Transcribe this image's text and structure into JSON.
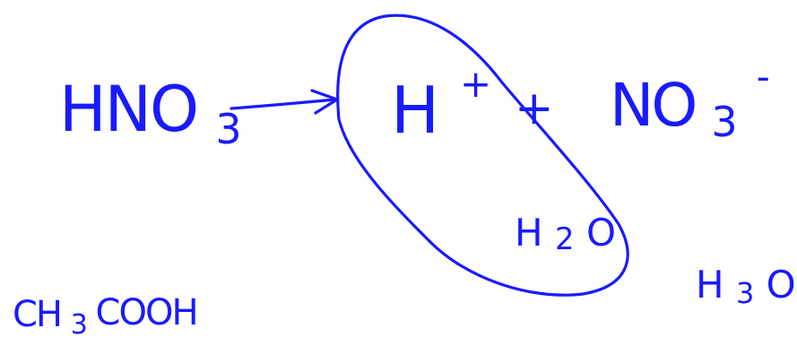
{
  "ink_color": "#1a1aff",
  "background": "#ffffff",
  "equation": {
    "reactant": {
      "base": "HNO",
      "sub": "3"
    },
    "product1": {
      "base": "H",
      "sup": "+"
    },
    "plus": "+",
    "product2": {
      "base": "NO",
      "sub": "3",
      "sup": "-"
    }
  },
  "water": {
    "pre": "H",
    "sub": "2",
    "post": "O"
  },
  "hydronium": {
    "pre": "H",
    "sub": "3",
    "post": "O",
    "sup": "+"
  },
  "acetic_acid": {
    "pre": "CH",
    "sub": "3",
    "post": "COOH"
  }
}
